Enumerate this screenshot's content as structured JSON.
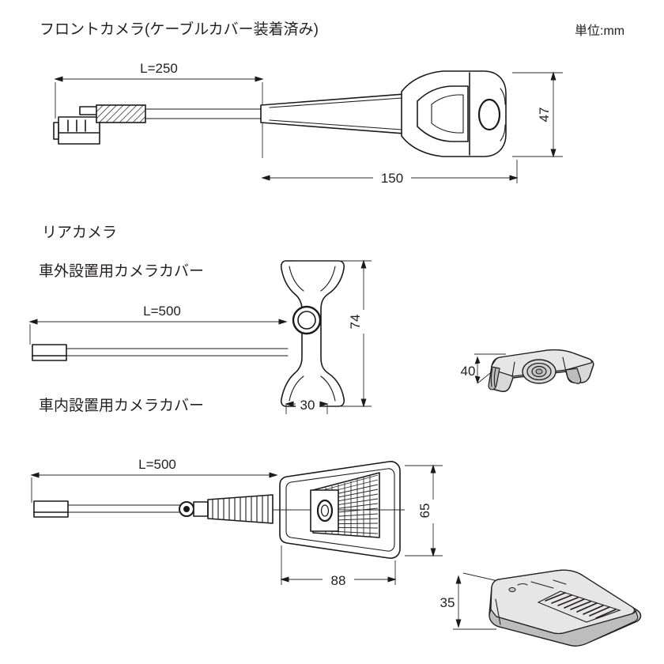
{
  "document": {
    "unit_note": "単位:mm"
  },
  "sections": {
    "front": {
      "title": "フロントカメラ(ケーブルカバー装着済み)",
      "dimensions": {
        "cable_length": "L=250",
        "body_length": "150",
        "body_height": "47"
      }
    },
    "rear": {
      "title": "リアカメラ",
      "exterior": {
        "title": "車外設置用カメラカバー",
        "dimensions": {
          "cable_length": "L=500",
          "height": "74",
          "width": "30",
          "iso_depth": "40"
        }
      },
      "interior": {
        "title": "車内設置用カメラカバー",
        "dimensions": {
          "cable_length": "L=500",
          "height": "65",
          "width": "88",
          "iso_height": "35"
        }
      }
    }
  },
  "colors": {
    "background": "#ffffff",
    "line": "#1a1a1a",
    "text": "#231f20",
    "iso_fill": "#d9d9d9"
  }
}
